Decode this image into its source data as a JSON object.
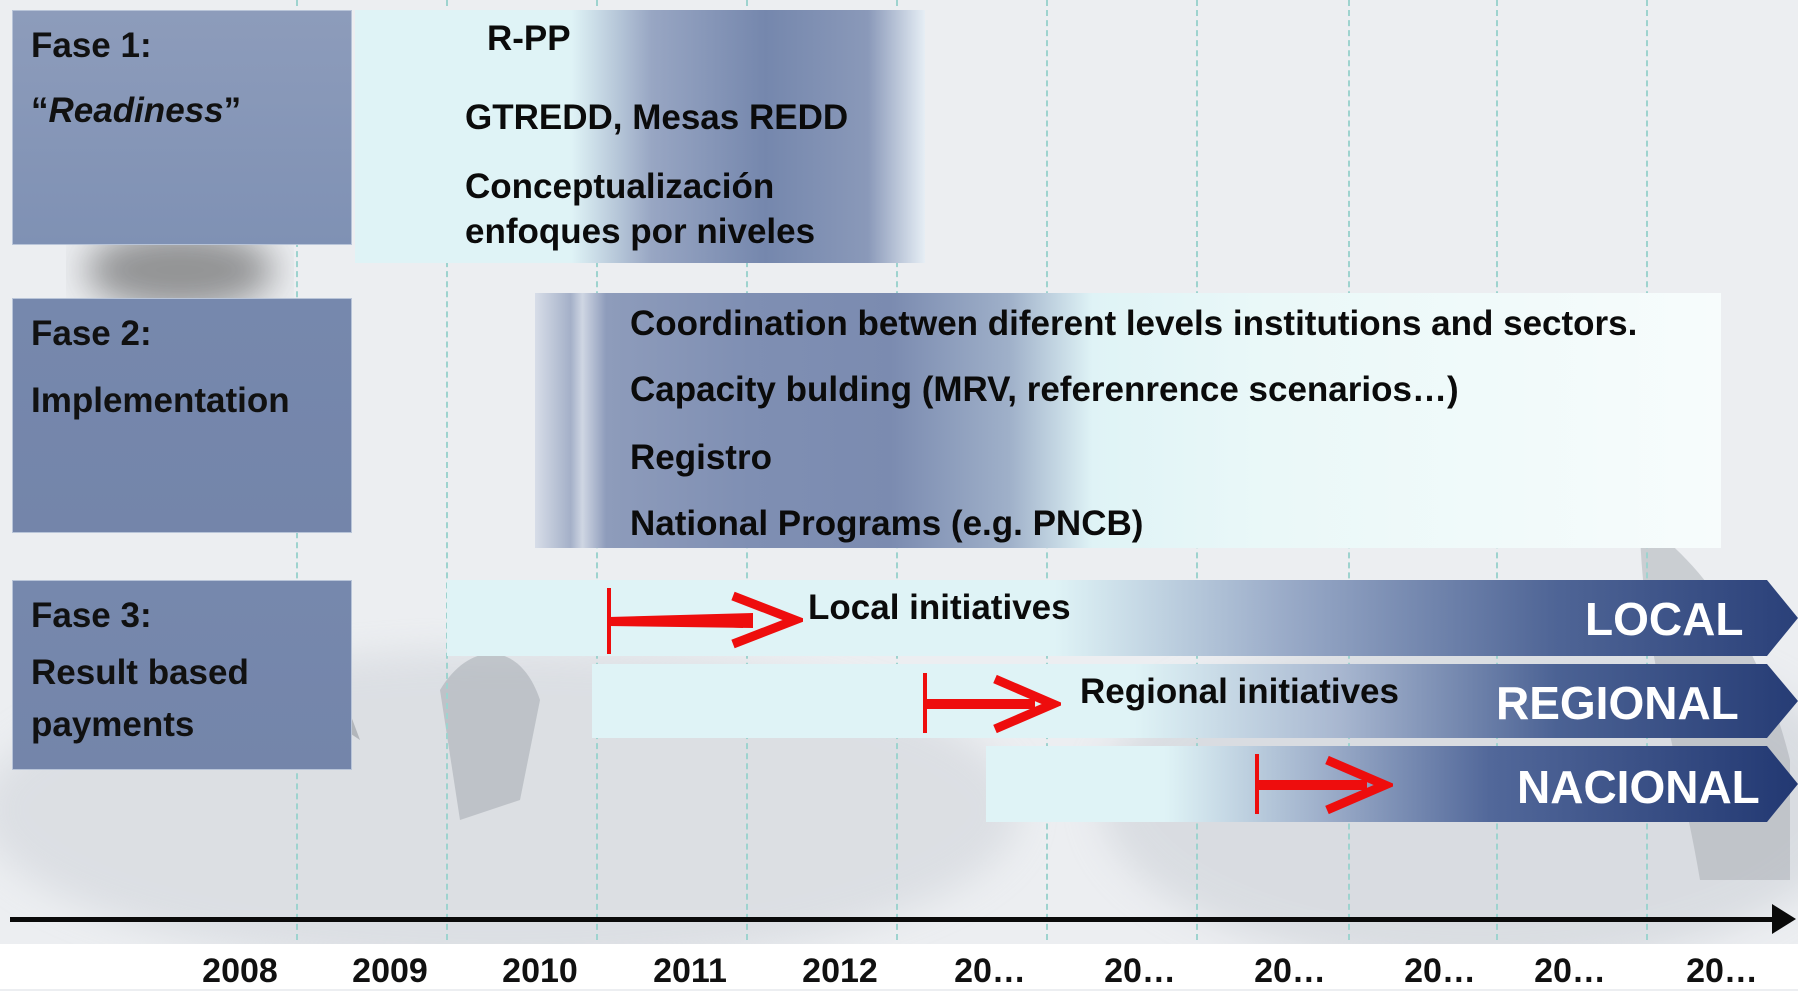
{
  "phases": [
    {
      "title": "Fase 1:",
      "subtitle": "Readiness"
    },
    {
      "title": "Fase 2:",
      "subtitle": "Implementation"
    },
    {
      "title": "Fase 3:",
      "subtitle": "Result based payments"
    }
  ],
  "phase1_items": [
    "R-PP",
    "GTREDD, Mesas REDD",
    "Conceptualización enfoques por niveles"
  ],
  "phase2_items": [
    "Coordination betwen diferent levels institutions and sectors.",
    "Capacity bulding (MRV,  referenrence scenarios…)",
    "Registro",
    "National Programs (e.g. PNCB)"
  ],
  "phase3_tracks": [
    {
      "initiative": "Local initiatives",
      "level": "LOCAL"
    },
    {
      "initiative": "Regional initiatives",
      "level": "REGIONAL"
    },
    {
      "initiative": "",
      "level": "NACIONAL"
    }
  ],
  "timeline_ticks": [
    "2008",
    "2009",
    "2010",
    "2011",
    "2012",
    "20…",
    "20…",
    "20…",
    "20…",
    "20…",
    "20…"
  ],
  "colors": {
    "phase_box": "#7f91b4",
    "light_band": "#dff3f6",
    "dark_band": "#20366e",
    "arrow": "#ee0d0d",
    "gridline": "#9ed3cf"
  }
}
